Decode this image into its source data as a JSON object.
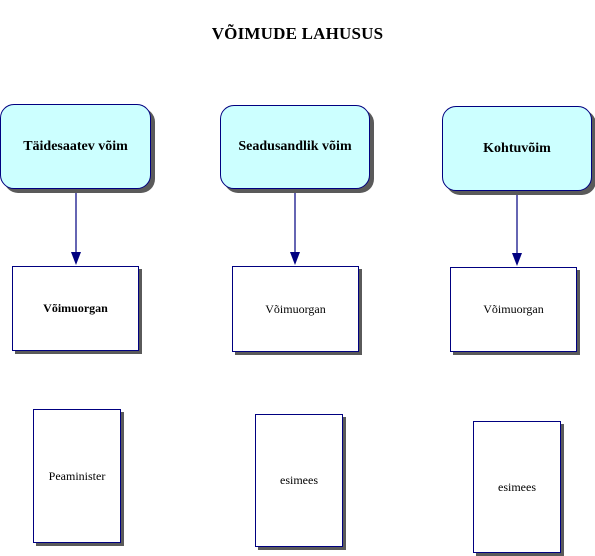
{
  "title": "VÕIMUDE LAHUSUS",
  "colors": {
    "branch_fill": "#ccffff",
    "border": "#000080",
    "arrow": "#000080",
    "shadow": "#5a5a5a"
  },
  "branches": [
    {
      "label": "Täidesaatev võim",
      "organ": "Võimuorgan",
      "organ_bold": true,
      "role": "Peaminister"
    },
    {
      "label": "Seadusandlik võim",
      "organ": "Võimuorgan",
      "organ_bold": false,
      "role": "esimees"
    },
    {
      "label": "Kohtuvõim",
      "organ": "Võimuorgan",
      "organ_bold": false,
      "role": "esimees"
    }
  ]
}
